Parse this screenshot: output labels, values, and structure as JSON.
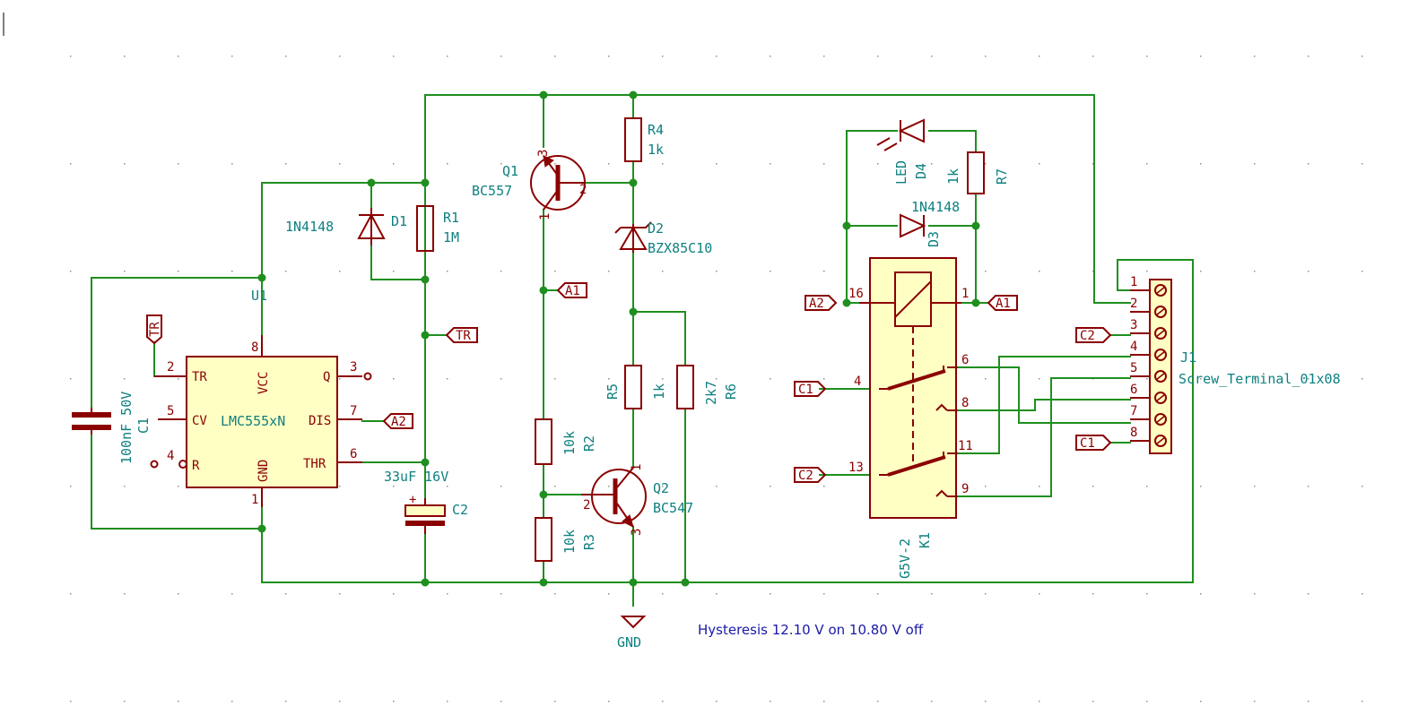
{
  "colors": {
    "wire": "#1f8f1f",
    "symbol": "#8b0000",
    "symbol_fill": "#ffffc4",
    "reference_text": "#0f8080",
    "note_text": "#1a1aa6",
    "background": "#ffffff"
  },
  "components": {
    "u1": {
      "ref": "U1",
      "value": "LMC555xN",
      "pins": {
        "tr_num": "2",
        "tr": "TR",
        "cv_num": "5",
        "cv": "CV",
        "r_num": "4",
        "r": "R",
        "vcc_num": "8",
        "vcc": "VCC",
        "gnd_num": "1",
        "gnd": "GND",
        "q_num": "3",
        "q": "Q",
        "dis_num": "7",
        "dis": "DIS",
        "thr_num": "6",
        "thr": "THR"
      }
    },
    "c1": {
      "ref": "C1",
      "value": "100nF 50V"
    },
    "c2": {
      "ref": "C2",
      "value": "33uF 16V",
      "polarity": "+"
    },
    "d1": {
      "ref": "D1",
      "value": "1N4148"
    },
    "r1": {
      "ref": "R1",
      "value": "1M"
    },
    "q1": {
      "ref": "Q1",
      "value": "BC557",
      "pin1": "1",
      "pin2": "2",
      "pin3": "3"
    },
    "r4": {
      "ref": "R4",
      "value": "1k"
    },
    "d2": {
      "ref": "D2",
      "value": "BZX85C10"
    },
    "r5": {
      "ref": "R5",
      "value": "1k"
    },
    "r6": {
      "ref": "R6",
      "value": "2k7"
    },
    "r2": {
      "ref": "R2",
      "value": "10k"
    },
    "r3": {
      "ref": "R3",
      "value": "10k"
    },
    "q2": {
      "ref": "Q2",
      "value": "BC547",
      "pin1": "1",
      "pin2": "2",
      "pin3": "3"
    },
    "gnd": {
      "label": "GND"
    },
    "d4": {
      "ref": "D4",
      "value": "LED"
    },
    "r7": {
      "ref": "R7",
      "value": "1k"
    },
    "d3": {
      "ref": "D3",
      "value": "1N4148"
    },
    "k1": {
      "ref": "K1",
      "value": "G5V-2",
      "pin16": "16",
      "pin1": "1",
      "pin4": "4",
      "pin6": "6",
      "pin8": "8",
      "pin11": "11",
      "pin13": "13",
      "pin9": "9"
    },
    "j1": {
      "ref": "J1",
      "value": "Screw_Terminal_01x08",
      "pins": [
        "1",
        "2",
        "3",
        "4",
        "5",
        "6",
        "7",
        "8"
      ]
    }
  },
  "net_labels": {
    "tr": "TR",
    "a1": "A1",
    "a2": "A2",
    "c1": "C1",
    "c2": "C2"
  },
  "note": "Hysteresis 12.10 V on 10.80 V off"
}
